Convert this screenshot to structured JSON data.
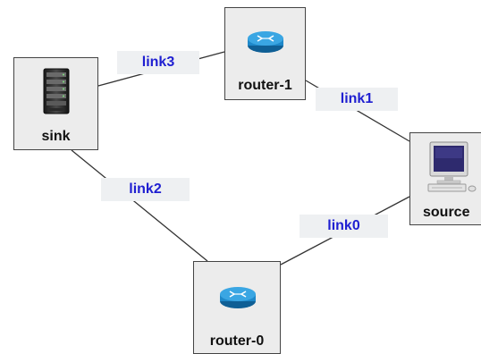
{
  "nodes": {
    "sink": {
      "label": "sink",
      "icon": "server-rack-icon"
    },
    "router1": {
      "label": "router-1",
      "icon": "router-icon"
    },
    "router0": {
      "label": "router-0",
      "icon": "router-icon"
    },
    "source": {
      "label": "source",
      "icon": "desktop-computer-icon"
    }
  },
  "links": {
    "link0": {
      "label": "link0",
      "from": "router-0",
      "to": "source"
    },
    "link1": {
      "label": "link1",
      "from": "router-1",
      "to": "source"
    },
    "link2": {
      "label": "link2",
      "from": "sink",
      "to": "router-0"
    },
    "link3": {
      "label": "link3",
      "from": "sink",
      "to": "router-1"
    }
  },
  "colors": {
    "link_text": "#1f1fd1",
    "node_fill": "#ececec",
    "router_blue": "#1e88c9",
    "edge": "#333333"
  }
}
